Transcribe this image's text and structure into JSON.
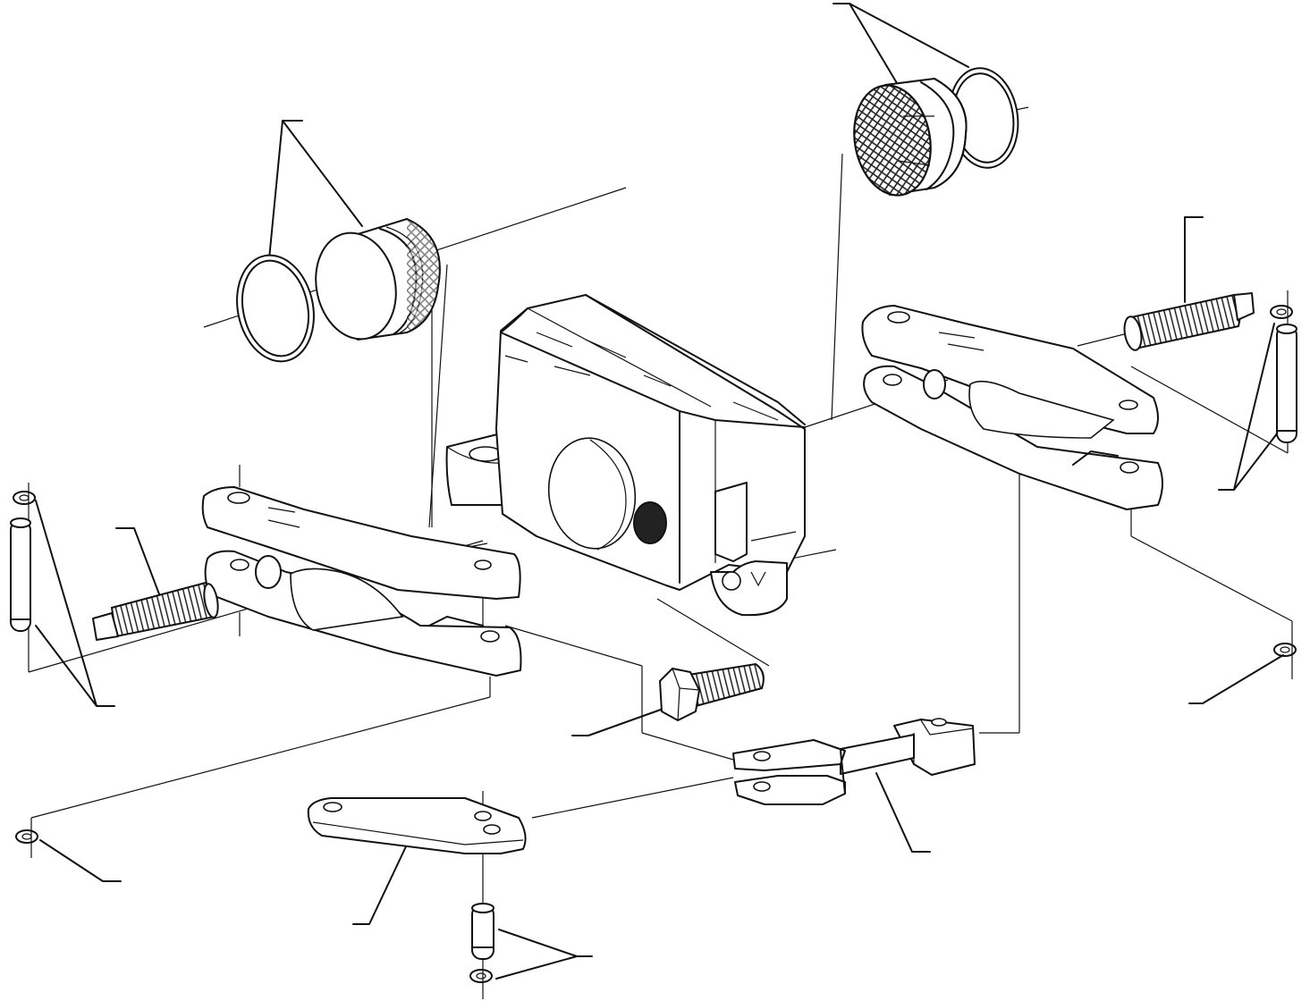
{
  "diagram": {
    "type": "exploded-parts-drawing",
    "colors": {
      "line": "#111111",
      "background": "#ffffff",
      "texture": "#222222"
    },
    "parts": [
      {
        "id": "caliper-housing",
        "icon": "caliper-housing-icon"
      },
      {
        "id": "piston-left",
        "icon": "piston-icon"
      },
      {
        "id": "piston-right",
        "icon": "piston-icon"
      },
      {
        "id": "piston-seal-left",
        "icon": "seal-ring-icon"
      },
      {
        "id": "piston-seal-right",
        "icon": "seal-ring-icon"
      },
      {
        "id": "lever-left",
        "icon": "lever-icon"
      },
      {
        "id": "lever-right",
        "icon": "lever-icon"
      },
      {
        "id": "adjusting-screw-left",
        "icon": "threaded-stud-icon"
      },
      {
        "id": "adjusting-screw-right",
        "icon": "threaded-stud-icon"
      },
      {
        "id": "hex-bolt",
        "icon": "hex-bolt-icon"
      },
      {
        "id": "clevis-rod",
        "icon": "clevis-icon"
      },
      {
        "id": "link-plate",
        "icon": "link-plate-icon"
      },
      {
        "id": "pin-left",
        "icon": "pin-icon"
      },
      {
        "id": "pin-right",
        "icon": "pin-icon"
      },
      {
        "id": "pin-bottom",
        "icon": "pin-icon"
      },
      {
        "id": "circlip-left-top",
        "icon": "circlip-icon"
      },
      {
        "id": "circlip-left-bottom",
        "icon": "circlip-icon"
      },
      {
        "id": "circlip-right-top",
        "icon": "circlip-icon"
      },
      {
        "id": "circlip-right-bottom",
        "icon": "circlip-icon"
      },
      {
        "id": "circlip-bottom",
        "icon": "circlip-icon"
      }
    ],
    "callouts_count": 14
  }
}
